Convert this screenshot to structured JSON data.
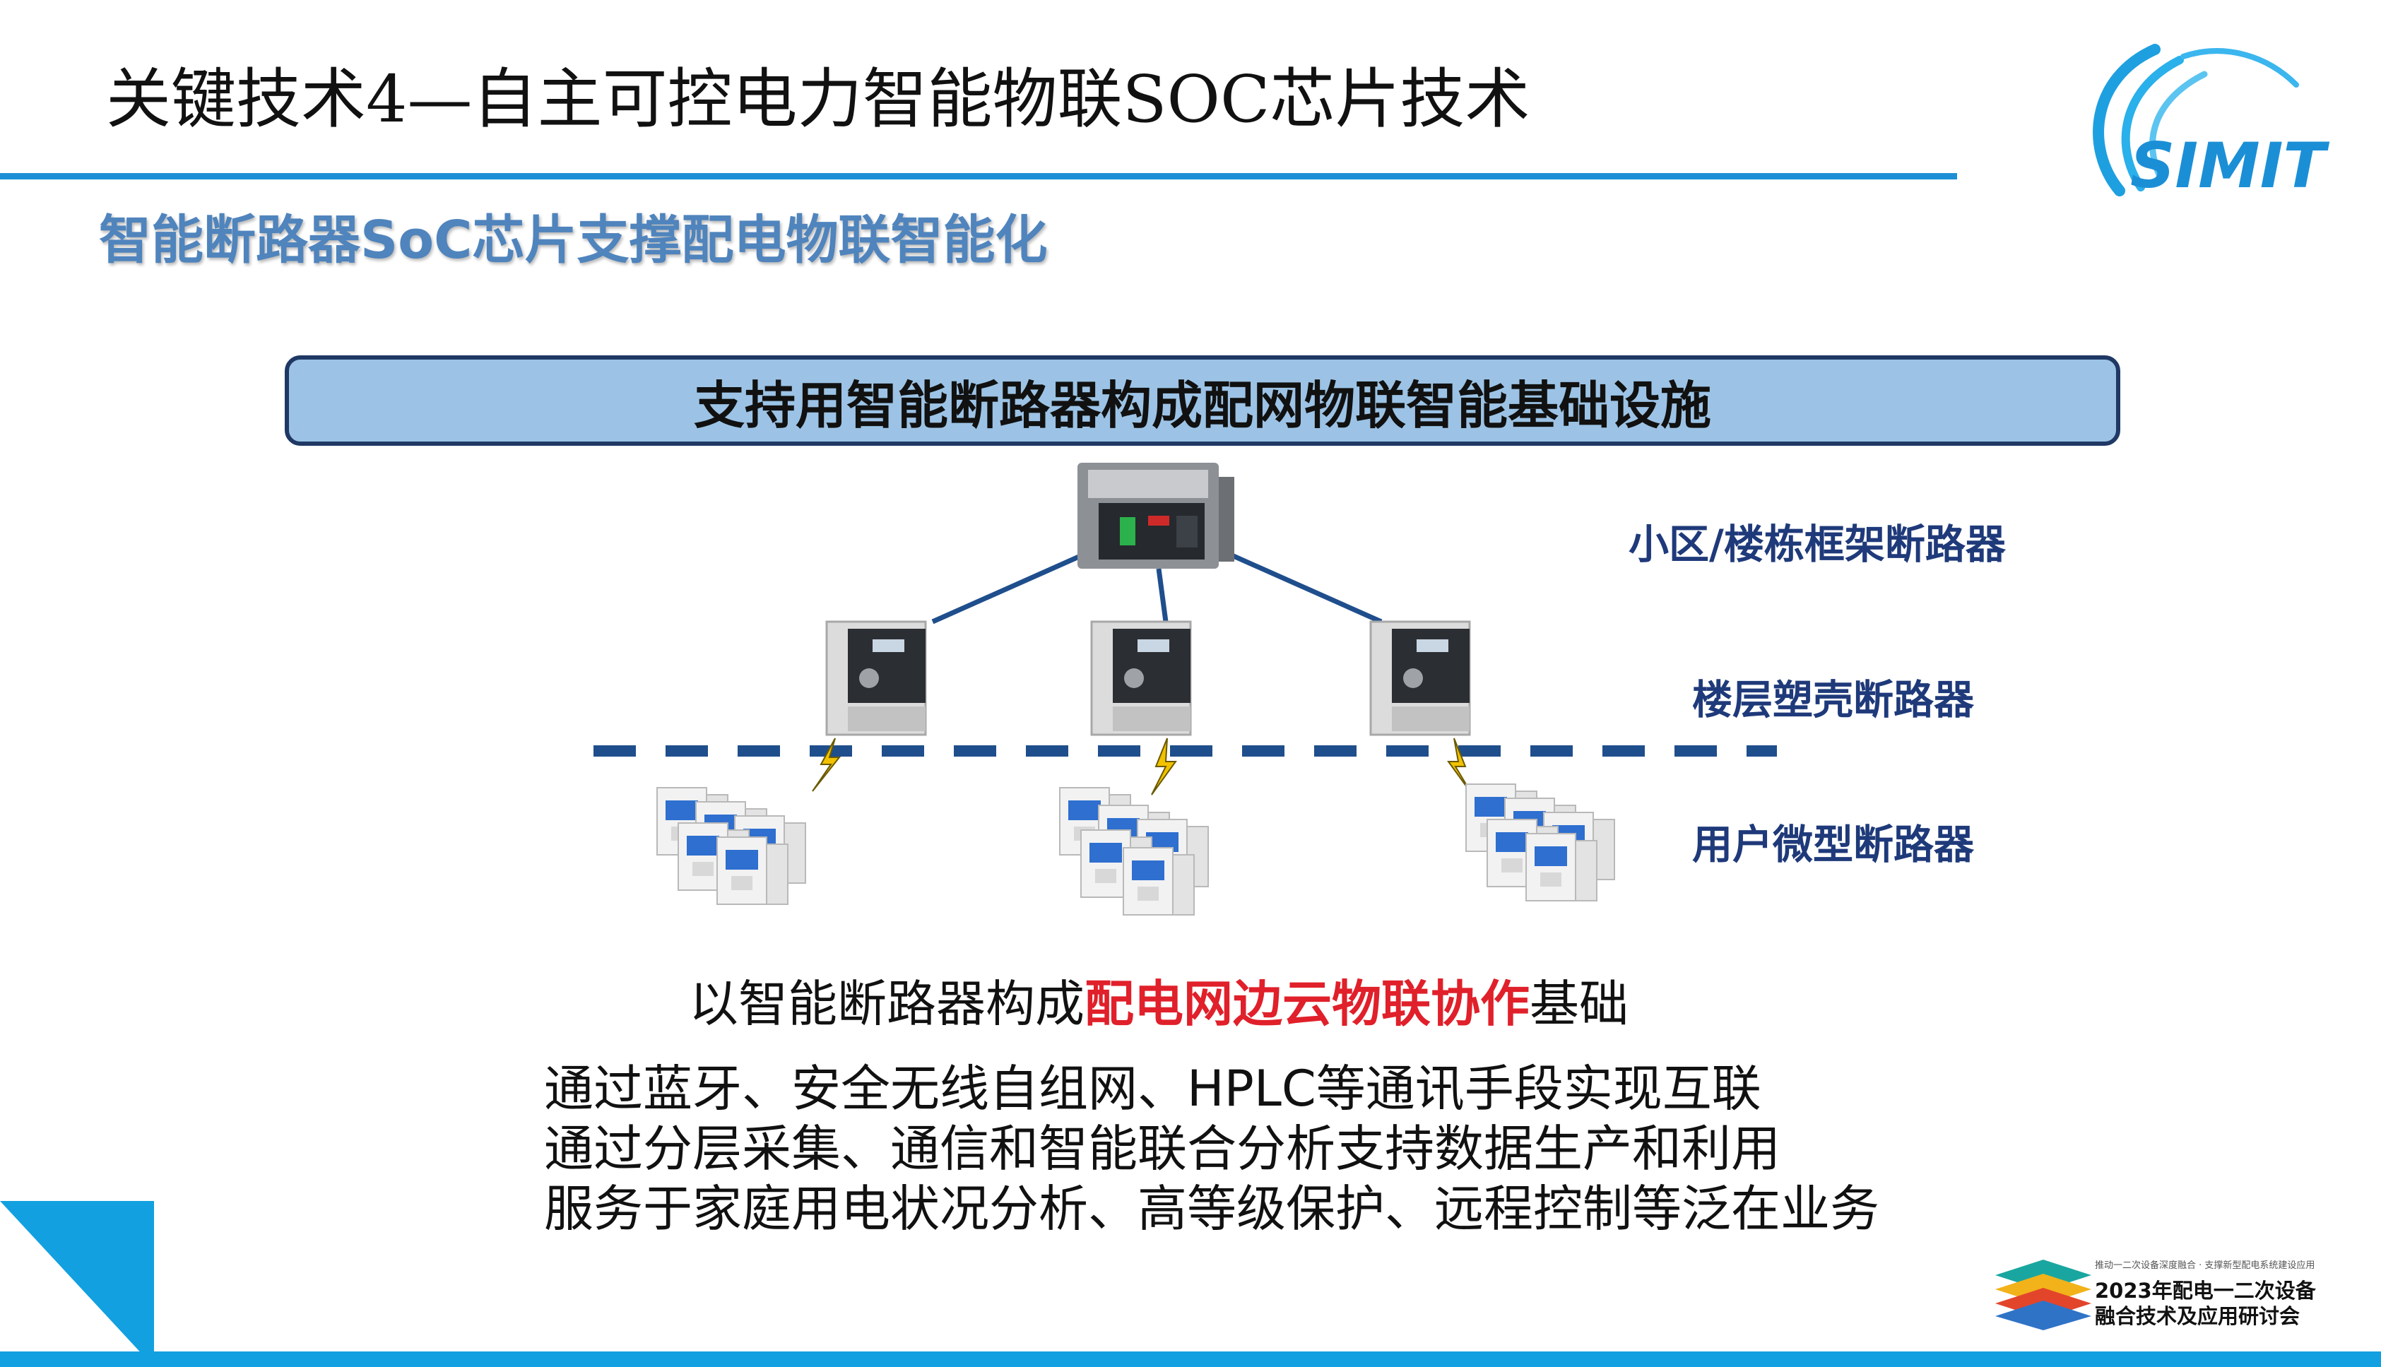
{
  "slide": {
    "title": "关键技术4—自主可控电力智能物联SOC芯片技术",
    "subtitle": "智能断路器SoC芯片支撑配电物联智能化",
    "logo_text": "SIMIT"
  },
  "header_box": {
    "text": "支持用智能断路器构成配网物联智能基础设施"
  },
  "diagram": {
    "labels": {
      "frame_breaker": "小区/楼栋框架断路器",
      "molded_case_breaker": "楼层塑壳断路器",
      "miniature_breaker": "用户微型断路器"
    }
  },
  "caption": {
    "prefix": "以智能断路器构成",
    "highlight": "配电网边云物联协作",
    "suffix": "基础"
  },
  "bullets": [
    "通过蓝牙、安全无线自组网、HPLC等通讯手段实现互联",
    "通过分层采集、通信和智能联合分析支持数据生产和利用",
    "服务于家庭用电状况分析、高等级保护、远程控制等泛在业务"
  ],
  "conference": {
    "small_text": "推动一二次设备深度融合 · 支撑新型配电系统建设应用",
    "line1": "2023年配电一二次设备",
    "line2": "融合技术及应用研讨会"
  },
  "colors": {
    "accent_blue": "#1e8fd6",
    "subtitle_blue": "#4f84bd",
    "header_fill": "#9cc3e5",
    "header_border": "#1f3864",
    "label_navy": "#1f3a7a",
    "highlight_red": "#e0202a",
    "dashed_line": "#1f4e8c"
  }
}
